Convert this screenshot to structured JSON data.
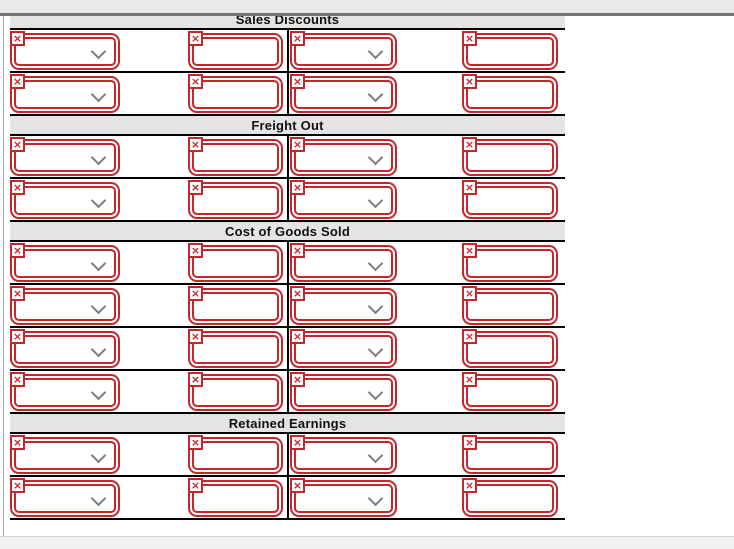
{
  "chrome": {
    "top_bar_color": "#e9e9e9",
    "top_bar_border_color": "#757575",
    "bottom_bar_color": "#f1f1f1",
    "bottom_bar_border_color": "#ccd4dc",
    "left_edge_color": "#aeaeae"
  },
  "form": {
    "accent_red": "#c4262c",
    "band_bg": "#e4e4e4",
    "line_color": "#000000",
    "chevron_color": "#7d7d7d",
    "icons": {
      "remove_glyph": "×",
      "chevron": "chevron-down"
    },
    "row_fields": [
      {
        "kind": "select",
        "name": "account-select",
        "value": ""
      },
      {
        "kind": "text",
        "name": "amount-input",
        "value": ""
      },
      {
        "kind": "select",
        "name": "account-select",
        "value": ""
      },
      {
        "kind": "text",
        "name": "amount-input",
        "value": ""
      }
    ],
    "sections": [
      {
        "title": "Sales Discounts",
        "row_count": 2
      },
      {
        "title": "Freight Out",
        "row_count": 2
      },
      {
        "title": "Cost of Goods Sold",
        "row_count": 4
      },
      {
        "title": "Retained Earnings",
        "row_count": 2
      }
    ]
  }
}
